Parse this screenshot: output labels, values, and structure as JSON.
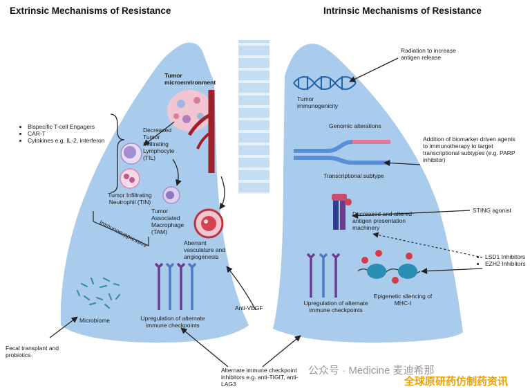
{
  "headings": {
    "left": "Extrinsic Mechanisms of Resistance",
    "right": "Intrinsic Mechanisms of Resistance"
  },
  "extrinsic": {
    "tumor_microenvironment": "Tumor microenvironment",
    "til": "Decreased Tumor Infiltrating Lymphocyte (TIL)",
    "tin": "Tumor Infiltrating Neutrophil (TIN)",
    "tam": "Tumor Associated Macrophage (TAM)",
    "immunosuppressive": "Immunosuppressive",
    "aberrant": "Aberrant vasculature and angiogenesis",
    "microbiome": "Microbiome",
    "checkpoints": "Upregulation of alternate immune checkpoints",
    "anti_vegf": "Anti-VEGF",
    "fecal": "Fecal transplant and probiotics",
    "alt_inhibitors": "Alternate immune checkpoint inhibitors e.g. anti-TIGIT, anti-LAG3",
    "therapy_list": [
      "Bispecific T-cell Engagers",
      "CAR-T",
      "Cytokines e.g. IL-2, interferon"
    ]
  },
  "intrinsic": {
    "radiation": "Radiation to increase antigen release",
    "tumor_immunogenicity": "Tumor immunogenicity",
    "genomic": "Genomic alterations",
    "biomarker": "Addition of biomarker driven agents to immunotherapy to target transcriptional subtypes (e.g. PARP inhibitor)",
    "transcriptional": "Transcriptional subtype",
    "sting": "STING agonist",
    "antigen_presentation": "Decreased and altered antigen presentation machinery",
    "inhibitor_list": [
      "LSD1 Inhibitors",
      "EZH2 Inhibitors"
    ],
    "checkpoints": "Upregulation of alternate immune checkpoints",
    "epigenetic": "Epigenetic silencing of MHC-I"
  },
  "watermark": {
    "account": "公众号 · Medicine 麦迪希那",
    "slogan": "全球原研药仿制药资讯"
  },
  "colors": {
    "lung": "#aaccec",
    "trachea": "#c5ddf2",
    "vessel": "#9c1f2a",
    "arrow": "#222222"
  }
}
